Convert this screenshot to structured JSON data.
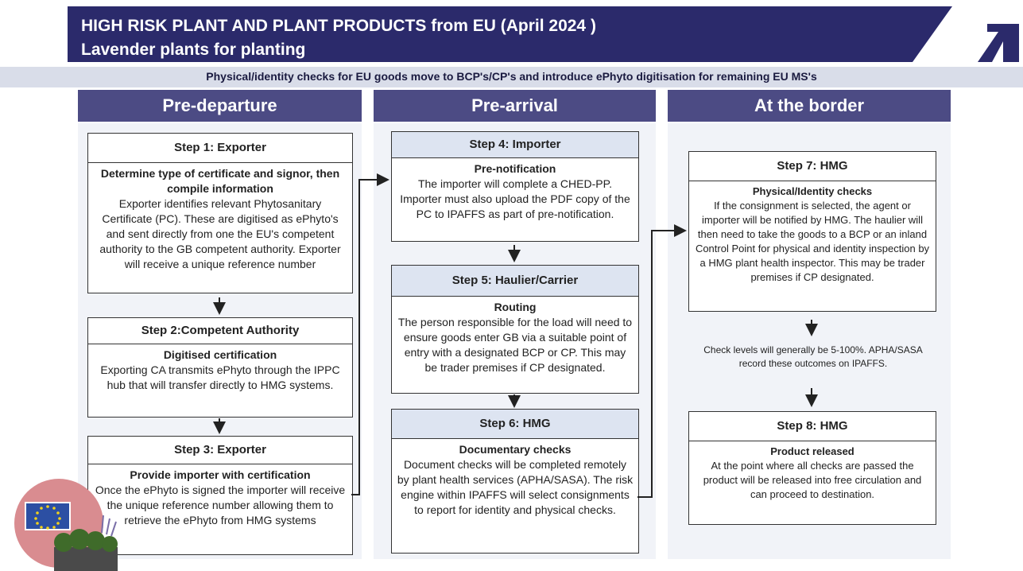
{
  "header": {
    "title_line1": "HIGH  RISK PLANT AND PLANT PRODUCTS from EU  (April  2024 )",
    "title_line2": "Lavender plants for planting",
    "subtitle": "Physical/identity checks for EU goods move to BCP's/CP's and introduce ePhyto digitisation for remaining EU MS's"
  },
  "columns": [
    "Pre-departure",
    "Pre-arrival",
    "At the border"
  ],
  "steps": [
    {
      "header": "Step 1: Exporter",
      "title": "Determine type of certificate and signor, then compile information",
      "text": "Exporter identifies relevant Phytosanitary Certificate (PC). These are digitised as ePhyto's and sent directly from one the EU's competent authority to the GB competent authority. Exporter will receive a unique reference number"
    },
    {
      "header": "Step 2:Competent Authority",
      "title": "Digitised certification",
      "text": "Exporting CA transmits ePhyto through the IPPC hub that will transfer directly to HMG systems."
    },
    {
      "header": "Step 3: Exporter",
      "title": "Provide importer with certification",
      "text": "Once the ePhyto is signed the importer will receive the unique reference number allowing them to retrieve the ePhyto from HMG systems"
    },
    {
      "header": "Step 4: Importer",
      "title": "Pre-notification",
      "text": "The importer will complete a CHED-PP. Importer must also upload the PDF copy of the PC to IPAFFS as part of pre-notification."
    },
    {
      "header": "Step 5: Haulier/Carrier",
      "title": "Routing",
      "text": "The person responsible for the load will need to ensure goods enter GB via a suitable point of entry with a designated BCP or CP. This may be trader premises if CP designated."
    },
    {
      "header": "Step 6: HMG",
      "title": "Documentary checks",
      "text": "Document checks will be completed remotely by plant health services (APHA/SASA). The risk engine within IPAFFS will select consignments to report for identity and physical checks."
    },
    {
      "header": "Step 7: HMG",
      "title": "Physical/Identity checks",
      "text": "If the consignment is selected,  the agent or importer will be notified by HMG. The haulier will then need to take the goods to a BCP or an inland Control Point for physical and identity  inspection by a HMG plant health inspector.  This may be trader premises if CP designated."
    },
    {
      "header": "Step 8: HMG",
      "title": "Product released",
      "text": "At the point where all checks are passed the product will be released into free circulation and can proceed to destination."
    }
  ],
  "note": "Check levels will generally be 5-100%. APHA/SASA record these outcomes on IPAFFS.",
  "colors": {
    "navy": "#2b2a6b",
    "column_header": "#4c4b84",
    "step_header_blue": "#dde4f1"
  }
}
